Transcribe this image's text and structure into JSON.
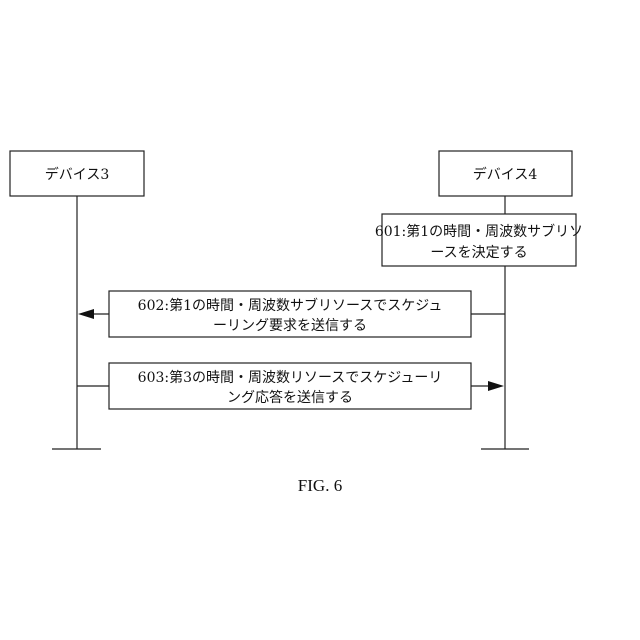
{
  "devices": {
    "left": "デバイス3",
    "right": "デバイス4"
  },
  "steps": {
    "s601": {
      "line1": "601:第1の時間・周波数サブリソ",
      "line2": "ースを決定する"
    },
    "s602": {
      "line1": "602:第1の時間・周波数サブリソースでスケジュ",
      "line2": "ーリング要求を送信する"
    },
    "s603": {
      "line1": "603:第3の時間・周波数リソースでスケジューリ",
      "line2": "ング応答を送信する"
    }
  },
  "caption": "FIG. 6"
}
